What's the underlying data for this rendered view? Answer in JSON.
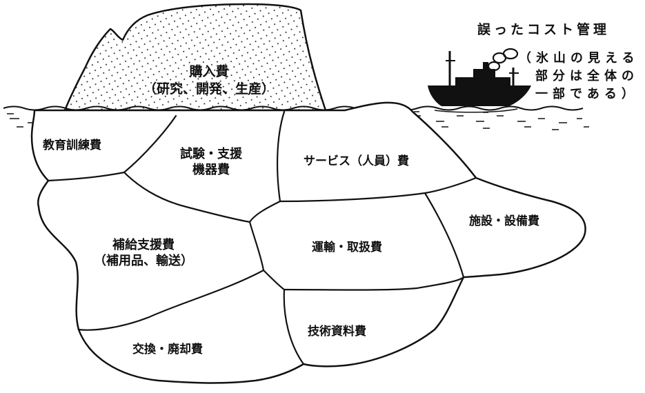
{
  "caption": {
    "title": "誤ったコスト管理",
    "note_line1": "（氷山の見える",
    "note_line2": "部分は全体の",
    "note_line3": "一部である）"
  },
  "visible_part": {
    "line1": "購入費",
    "line2": "（研究、開発、生産）"
  },
  "hidden_parts": {
    "education": "教育訓練費",
    "test_line1": "試験・支援",
    "test_line2": "機器費",
    "service": "サービス（人員）費",
    "facility": "施設・設備費",
    "supply_line1": "補給支援費",
    "supply_line2": "（補用品、輸送）",
    "transport": "運輸・取扱費",
    "technical": "技術資料費",
    "disposal": "交換・廃却費"
  },
  "colors": {
    "ink": "#111111",
    "paper": "#ffffff"
  }
}
